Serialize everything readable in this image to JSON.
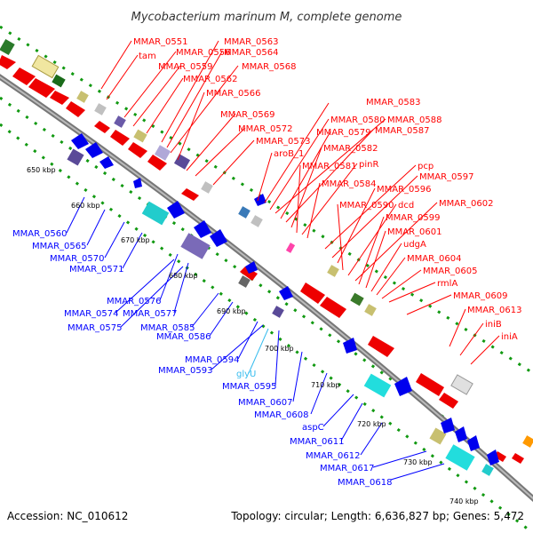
{
  "title": "Mycobacterium marinum M, complete genome",
  "accession": "Accession: NC_010612",
  "topology": "Topology: circular; Length: 6,636,827 bp; Genes: 5,472",
  "colors": {
    "forward": "#ff0000",
    "reverse": "#0000ff",
    "trna": "#33bbee",
    "backbone": "#888888",
    "guide": "#119911"
  },
  "kbp_labels": [
    "650 kbp",
    "660 kbp",
    "670 kbp",
    "680 kbp",
    "690 kbp",
    "700 kbp",
    "710 kbp",
    "720 kbp",
    "730 kbp",
    "740 kbp"
  ],
  "forward_labels": [
    "MMAR_0551",
    "tam",
    "MMAR_0556",
    "MMAR_0559",
    "MMAR_0562",
    "MMAR_0566",
    "MMAR_0569",
    "MMAR_0563",
    "MMAR_0564",
    "MMAR_0568",
    "MMAR_0572",
    "MMAR_0573",
    "aroB_1",
    "MMAR_0583",
    "MMAR_0580",
    "MMAR_0588",
    "MMAR_0579",
    "MMAR_0587",
    "MMAR_0582",
    "MMAR_0581",
    "pinR",
    "MMAR_0584",
    "pcp",
    "MMAR_0597",
    "MMAR_0596",
    "MMAR_0590",
    "dcd",
    "MMAR_0602",
    "MMAR_0599",
    "MMAR_0601",
    "udgA",
    "MMAR_0604",
    "MMAR_0605",
    "rmlA",
    "MMAR_0609",
    "MMAR_0613",
    "iniB",
    "iniA"
  ],
  "reverse_labels": [
    "MMAR_0560",
    "MMAR_0565",
    "MMAR_0570",
    "MMAR_0571",
    "MMAR_0576",
    "MMAR_0574",
    "MMAR_0577",
    "MMAR_0575",
    "MMAR_0585",
    "MMAR_0586",
    "MMAR_0594",
    "MMAR_0593",
    "glyU",
    "MMAR_0595",
    "MMAR_0607",
    "MMAR_0608",
    "aspC",
    "MMAR_0611",
    "MMAR_0612",
    "MMAR_0617",
    "MMAR_0618"
  ]
}
